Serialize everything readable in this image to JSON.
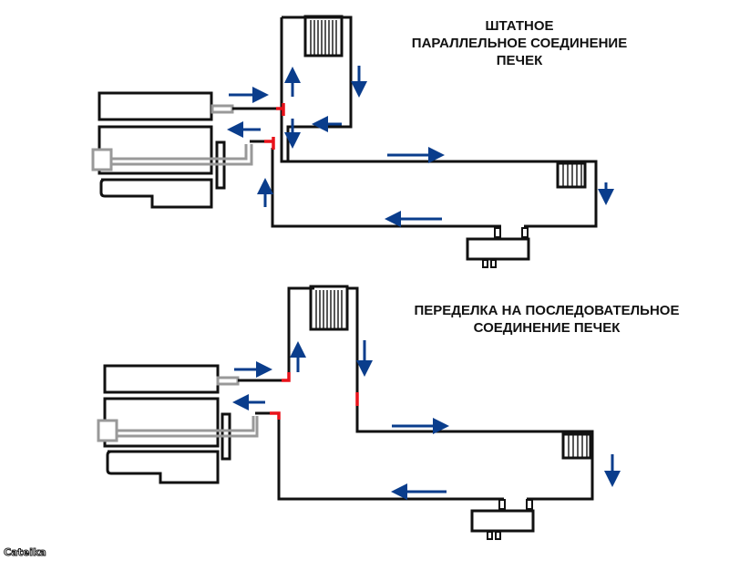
{
  "diagram1": {
    "title_line1": "ШТАТНОЕ",
    "title_line2": "ПАРАЛЛЕЛЬНОЕ СОЕДИНЕНИЕ",
    "title_line3": "ПЕЧЕК",
    "connection": "parallel"
  },
  "diagram2": {
    "title_line1": "ПЕРЕДЕЛКА НА ПОСЛЕДОВАТЕЛЬНОЕ",
    "title_line2": "СОЕДИНЕНИЕ ПЕЧЕК",
    "connection": "series"
  },
  "watermark": "Cateika",
  "colors": {
    "pipe": "#111111",
    "arrow": "#0a3d8c",
    "joint": "#e8121a",
    "engine_pipe": "#999999"
  }
}
